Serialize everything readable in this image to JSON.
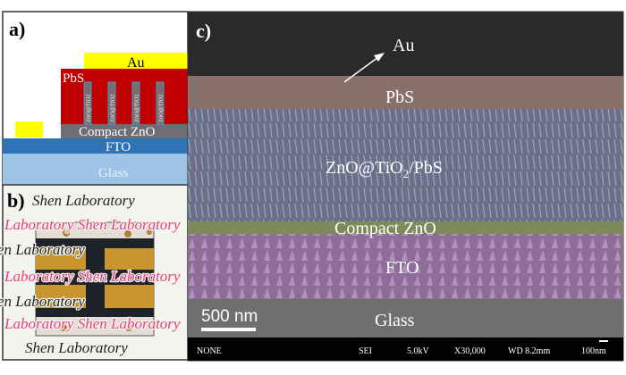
{
  "panel_a": {
    "label": "a)",
    "layers": {
      "au": "Au",
      "pbs": "PbS",
      "rod": "ZnO@TiO2",
      "compact": "Compact ZnO",
      "fto": "FTO",
      "glass": "Glass"
    },
    "colors": {
      "au": "#ffff00",
      "pbs": "#c00000",
      "rod": "#7f6a6a",
      "rod_border": "#2e9fd6",
      "compact": "#6d6d75",
      "fto": "#2e74b5",
      "glass": "#9dc3e6"
    }
  },
  "panel_b": {
    "label": "b)",
    "background_text": [
      "Shen Laboratory",
      "Laboratory  Shen Laboratory"
    ]
  },
  "panel_c": {
    "label": "c)",
    "layers": {
      "au": "Au",
      "pbs": "PbS",
      "rods": "ZnO@TiO",
      "rods_sub": "2",
      "rods_suffix": "/PbS",
      "compact": "Compact ZnO",
      "fto": "FTO",
      "glass": "Glass"
    },
    "scale_bar": "500 nm",
    "info_bar": {
      "mode": "NONE",
      "detector": "SEI",
      "voltage": "5.0kV",
      "magnification": "X30,000",
      "wd": "WD 8.2mm",
      "scale": "100nm"
    }
  }
}
